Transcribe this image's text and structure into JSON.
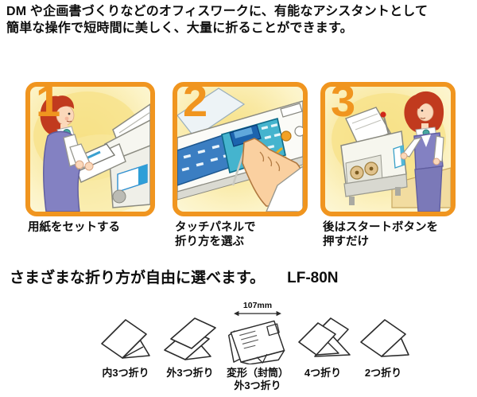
{
  "intro": {
    "line1": "DM や企画書づくりなどのオフィスワークに、有能なアシスタントとして",
    "line2": "簡単な操作で短時間に美しく、大量に折ることができます。"
  },
  "steps": [
    {
      "number": "1",
      "caption_line1": "用紙をセットする",
      "caption_line2": "",
      "illustration": "woman-setting-paper-into-machine"
    },
    {
      "number": "2",
      "caption_line1": "タッチパネルで",
      "caption_line2": "折り方を選ぶ",
      "illustration": "finger-pressing-touch-panel"
    },
    {
      "number": "3",
      "caption_line1": "後はスタートボタンを",
      "caption_line2": "押すだけ",
      "illustration": "woman-pressing-start-button"
    }
  ],
  "heading": {
    "text": "さまざまな折り方が自由に選べます。",
    "model": "LF-80N"
  },
  "folds": [
    {
      "label_line1": "内3つ折り",
      "label_line2": "",
      "type": "inside-tri-fold"
    },
    {
      "label_line1": "外3つ折り",
      "label_line2": "",
      "type": "outside-tri-fold"
    },
    {
      "label_line1": "変形（封筒）",
      "label_line2": "外3つ折り",
      "dimension": "107mm",
      "type": "envelope-outside-tri-fold"
    },
    {
      "label_line1": "4つ折り",
      "label_line2": "",
      "type": "quarter-fold"
    },
    {
      "label_line1": "2つ折り",
      "label_line2": "",
      "type": "half-fold"
    }
  ],
  "colors": {
    "accent_orange": "#F0951F",
    "panel_yellow": "#F6DF80",
    "panel_cream": "#FDF8DC",
    "text_black": "#0d0d0d",
    "machine_blue": "#3B7EC2",
    "panel_teal": "#45B4CE",
    "hair_red": "#C13A1E",
    "vest_purple": "#8381C2"
  }
}
